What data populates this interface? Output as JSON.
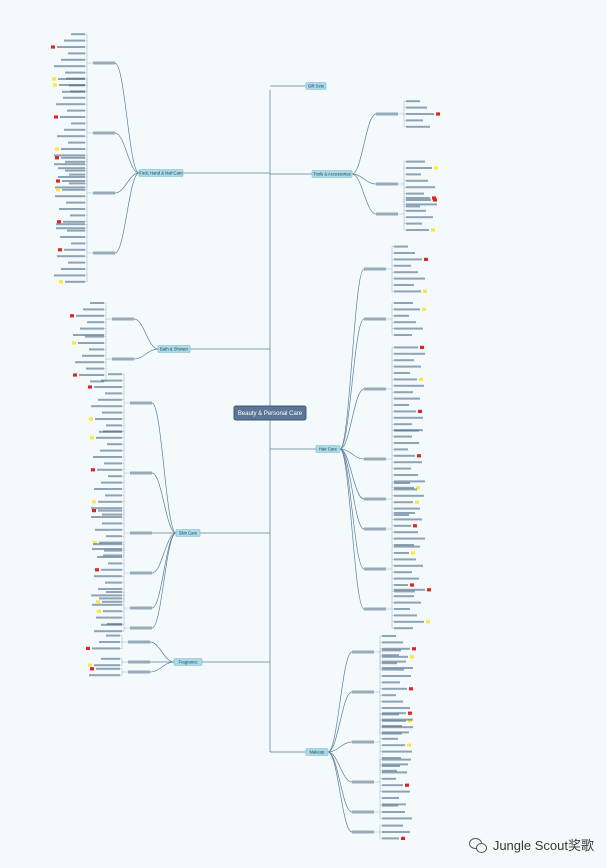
{
  "center": {
    "label": "Beauty & Personal Care"
  },
  "branches": [
    {
      "id": "gift",
      "label": "Gift Sets",
      "side": "right"
    },
    {
      "id": "tools",
      "label": "Tools & Accessories",
      "side": "right"
    },
    {
      "id": "hair",
      "label": "Hair Care",
      "side": "right"
    },
    {
      "id": "makeup",
      "label": "Makeup",
      "side": "right"
    },
    {
      "id": "foot",
      "label": "Foot, Hand & Nail Care",
      "side": "left"
    },
    {
      "id": "bath",
      "label": "Bath & Shower",
      "side": "left"
    },
    {
      "id": "skin",
      "label": "Skin Care",
      "side": "left"
    },
    {
      "id": "fragrance",
      "label": "Fragrance",
      "side": "left"
    }
  ],
  "colors": {
    "background": "#f4f9fc",
    "center": "#5a7596",
    "branch": "#a9dbe9",
    "line": "#5b7f99",
    "marker_red": "#e02424",
    "marker_yellow": "#ffe63d"
  },
  "watermark": {
    "text": "Jungle Scout奖歌",
    "icon": "wechat-icon"
  }
}
